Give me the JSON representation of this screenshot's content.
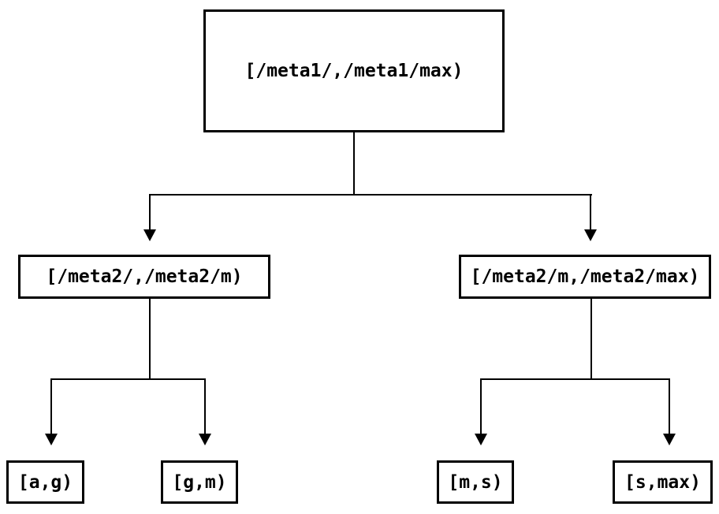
{
  "diagram": {
    "type": "tree",
    "background_color": "#ffffff",
    "line_color": "#000000",
    "text_color": "#000000",
    "nodes": {
      "root": {
        "label": "[/meta1/,/meta1/max)"
      },
      "left": {
        "label": "[/meta2/,/meta2/m)"
      },
      "right": {
        "label": "[/meta2/m,/meta2/max)"
      },
      "leaf_ag": {
        "label": "[a,g)"
      },
      "leaf_gm": {
        "label": "[g,m)"
      },
      "leaf_ms": {
        "label": "[m,s)"
      },
      "leaf_smax": {
        "label": "[s,max)"
      }
    },
    "edges": [
      {
        "from": "root",
        "to": "left",
        "arrow": "down"
      },
      {
        "from": "root",
        "to": "right",
        "arrow": "down"
      },
      {
        "from": "left",
        "to": "leaf_ag",
        "arrow": "down"
      },
      {
        "from": "left",
        "to": "leaf_gm",
        "arrow": "down"
      },
      {
        "from": "right",
        "to": "leaf_ms",
        "arrow": "down"
      },
      {
        "from": "right",
        "to": "leaf_smax",
        "arrow": "down"
      }
    ]
  }
}
